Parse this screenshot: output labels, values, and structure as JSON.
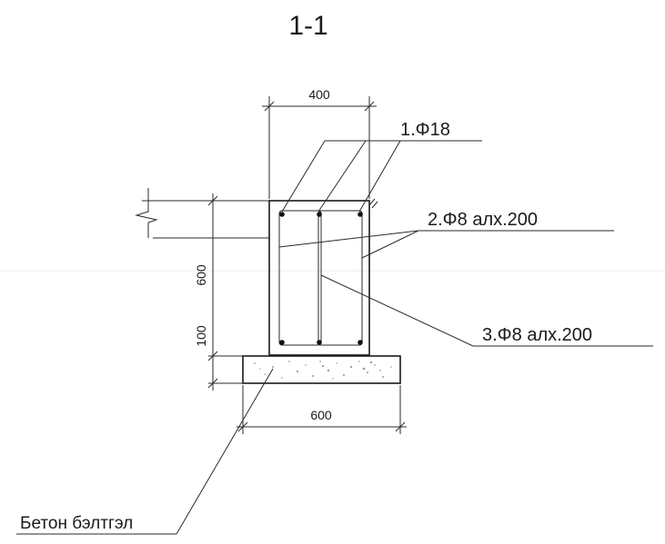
{
  "section_title": "1-1",
  "dimensions": {
    "beam_width": "400",
    "beam_height": "600",
    "bedding_thickness": "100",
    "bedding_width": "600"
  },
  "callouts": {
    "longitudinal_bars": "1.Φ18",
    "stirrups": "2.Φ8 алх.200",
    "links": "3.Φ8 алх.200",
    "concrete_bedding": "Бетон бэлтгэл"
  }
}
